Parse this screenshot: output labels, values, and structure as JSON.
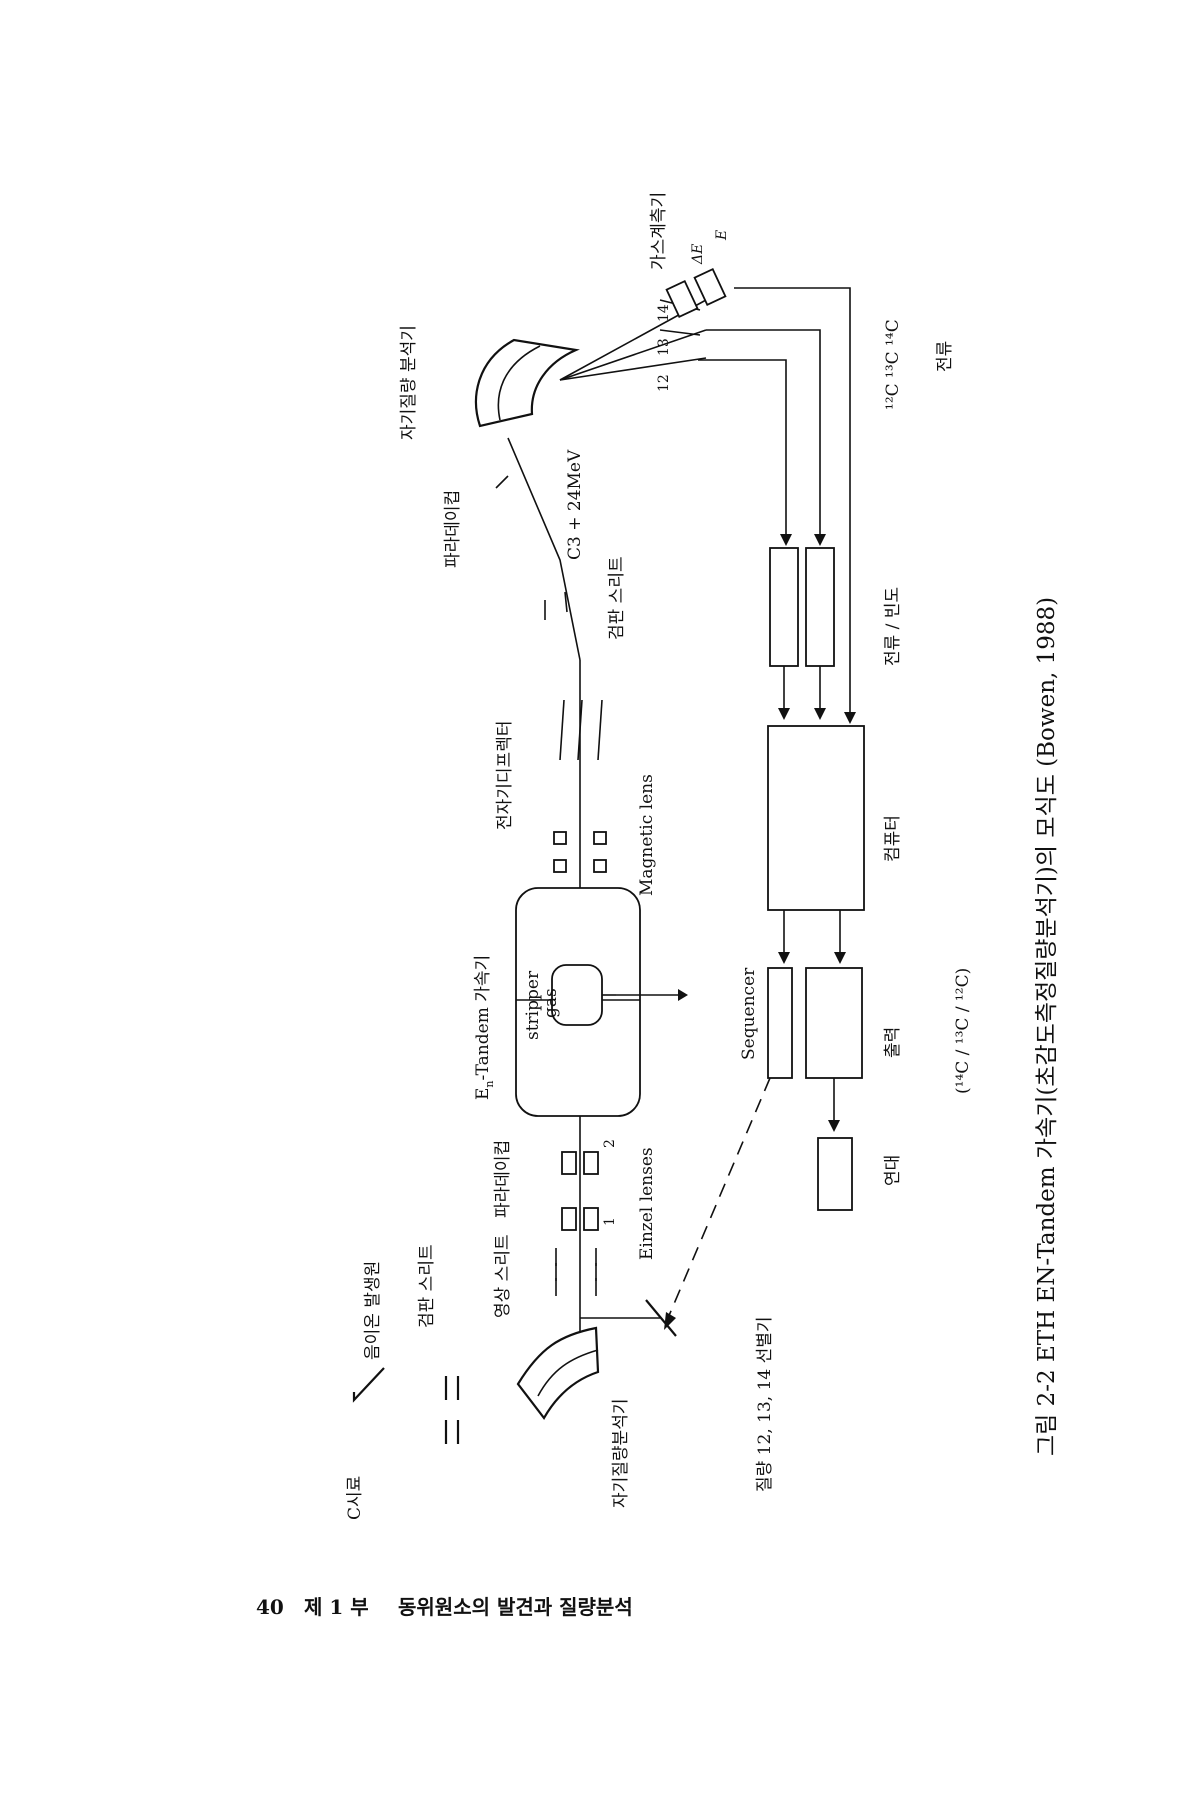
{
  "labels": {
    "c_sample": "C시료",
    "neg_ion_source": "음이온 발생원",
    "slit_detection": "검판 스리트",
    "image_slit": "영상 스리트",
    "faraday_cup_1": "파라데이컵",
    "mag_analyzer_left": "자기질량분석기",
    "mass_selector": "질량 12,  13,  14 선별기",
    "einzel_lenses": "Einzel lenses",
    "einzel_1": "1",
    "einzel_2": "2",
    "tandem": "E",
    "tandem_sub": "n",
    "tandem_rest": "-Tandem 가속기",
    "stripper": "stripper",
    "gas": "gas",
    "magnetic_lens": "Magnetic lens",
    "electrostatic_deflector": "전자기디프렉터",
    "slit_detection_2": "검판 스리트",
    "c3_energy": "C3 + 24MeV",
    "faraday_cup_2": "파라데이컵",
    "mag_mass_analyzer": "자기질량 분석기",
    "gas_counter": "가스계측기",
    "delta_e": "ΔE",
    "epsilon": "E",
    "m12": "12",
    "m13": "13",
    "m14": "14",
    "isotopes": "¹²C ¹³C ¹⁴C",
    "current_1": "전류",
    "current_freq": "전류 / 빈도",
    "computer": "컴퓨터",
    "sequencer": "Sequencer",
    "output": "출력",
    "ratio": "(¹⁴C / ¹³C / ¹²C)",
    "age": "연대"
  },
  "caption": "그림 2-2  ETH  EN-Tandem 가속기(초감도측정질량분석기)의  모식도 (Bowen, 1988)",
  "footer": {
    "page_number": "40",
    "part": "제 1 부",
    "title": "동위원소의 발견과 질량분석"
  }
}
